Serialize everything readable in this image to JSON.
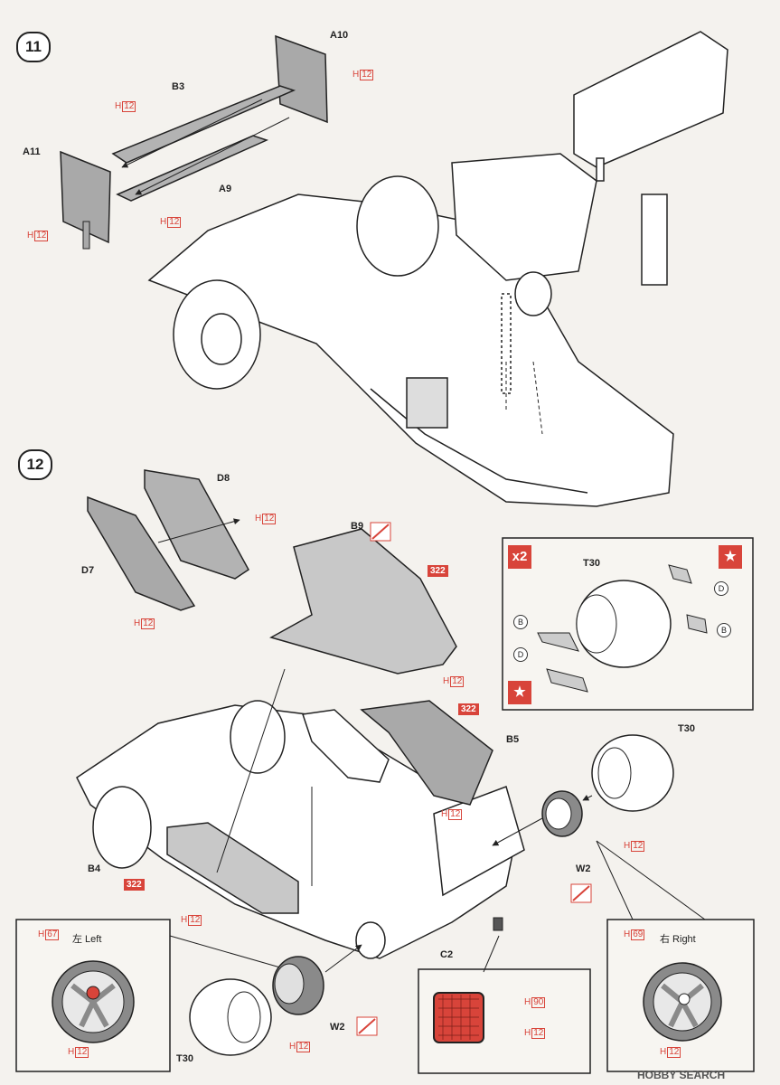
{
  "steps": {
    "step11": "11",
    "step12": "12"
  },
  "parts": {
    "a10": "A10",
    "b3": "B3",
    "a11": "A11",
    "a9": "A9",
    "d8": "D8",
    "d7": "D7",
    "b9": "B9",
    "b5": "B5",
    "b4": "B4",
    "t30_inset": "T30",
    "t30_right": "T30",
    "t30_bottom": "T30",
    "w2_right": "W2",
    "w2_bottom": "W2",
    "c2": "C2"
  },
  "paint": {
    "h12": {
      "letter": "H",
      "code": "12"
    },
    "h67": {
      "letter": "H",
      "code": "67"
    },
    "h69": {
      "letter": "H",
      "code": "69"
    },
    "h90": {
      "letter": "H",
      "code": "90"
    },
    "code322": "322"
  },
  "inset": {
    "multiplier": "x2",
    "b": "B",
    "d": "D"
  },
  "wheels": {
    "left_label": "左 Left",
    "right_label": "右 Right"
  },
  "watermark": "HOBBY SEARCH",
  "colors": {
    "accent_red": "#d8443a",
    "part_gray": "#a9a9a9"
  }
}
